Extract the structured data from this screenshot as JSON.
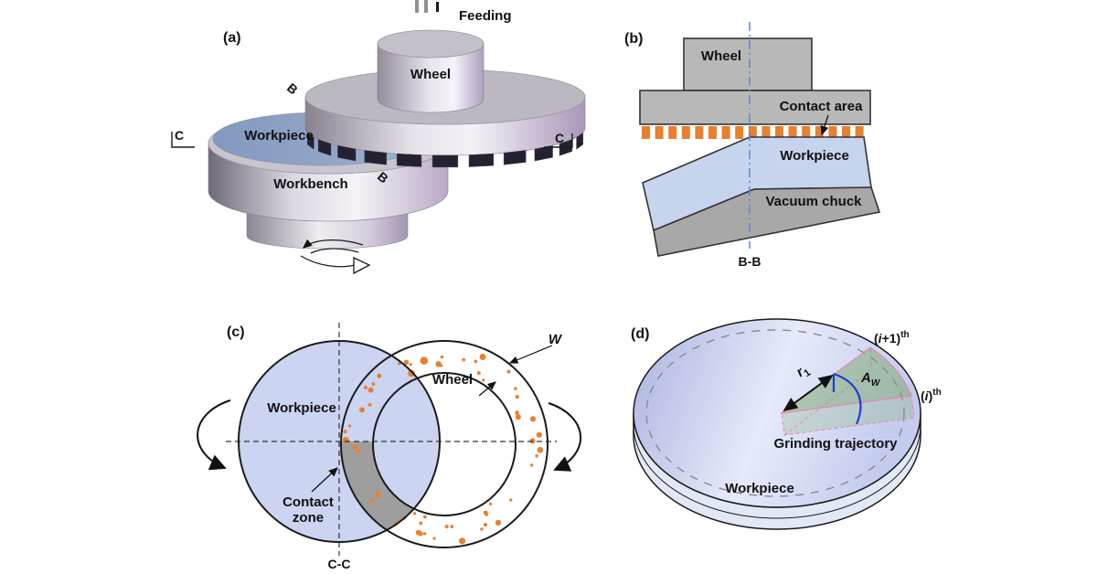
{
  "figure": {
    "background": "#ffffff",
    "colors": {
      "abrasive_orange": "#E8802E",
      "workpiece_blue_flat": "#CBD5F2",
      "workpiece_blue_3d": "#8FA5C6",
      "part_gray": "#B7B7B7",
      "chuck_gray": "#A8A8A8",
      "contact_zone_gray": "#9E9E9E",
      "centerline_blue": "#5B87D5",
      "trajectory_blue": "#1F3ECC",
      "wedge_green": "#6FA05E",
      "wedge_pink": "#EE82B4",
      "segment_dark": "#262130"
    },
    "decor": {
      "teeth_count": 17,
      "segments_count": 11,
      "dots_count": 58,
      "dots_seed": 42
    }
  },
  "panel_a": {
    "label": "(a)",
    "feeding": "Feeding",
    "wheel": "Wheel",
    "workpiece": "Workpiece",
    "workbench": "Workbench",
    "section_b": "B",
    "section_c": "C"
  },
  "panel_b": {
    "label": "(b)",
    "wheel": "Wheel",
    "contact_area": "Contact area",
    "workpiece": "Workpiece",
    "vacuum_chuck": "Vacuum chuck",
    "section": "B-B"
  },
  "panel_c": {
    "label": "(c)",
    "workpiece": "Workpiece",
    "wheel": "Wheel",
    "contact_line1": "Contact",
    "contact_line2": "zone",
    "width_symbol": "W",
    "section": "C-C"
  },
  "panel_d": {
    "label": "(d)",
    "radius_symbol": "r",
    "radius_sub": "1",
    "area_symbol": "A",
    "area_sub": "W",
    "pass_next_open": "(",
    "pass_next_var": "i",
    "pass_next_rest": "+1)",
    "pass_next_sup": "th",
    "pass_cur_open": "(",
    "pass_cur_var": "i",
    "pass_cur_rest": ")",
    "pass_cur_sup": "th",
    "grinding_trajectory": "Grinding trajectory",
    "workpiece": "Workpiece"
  }
}
